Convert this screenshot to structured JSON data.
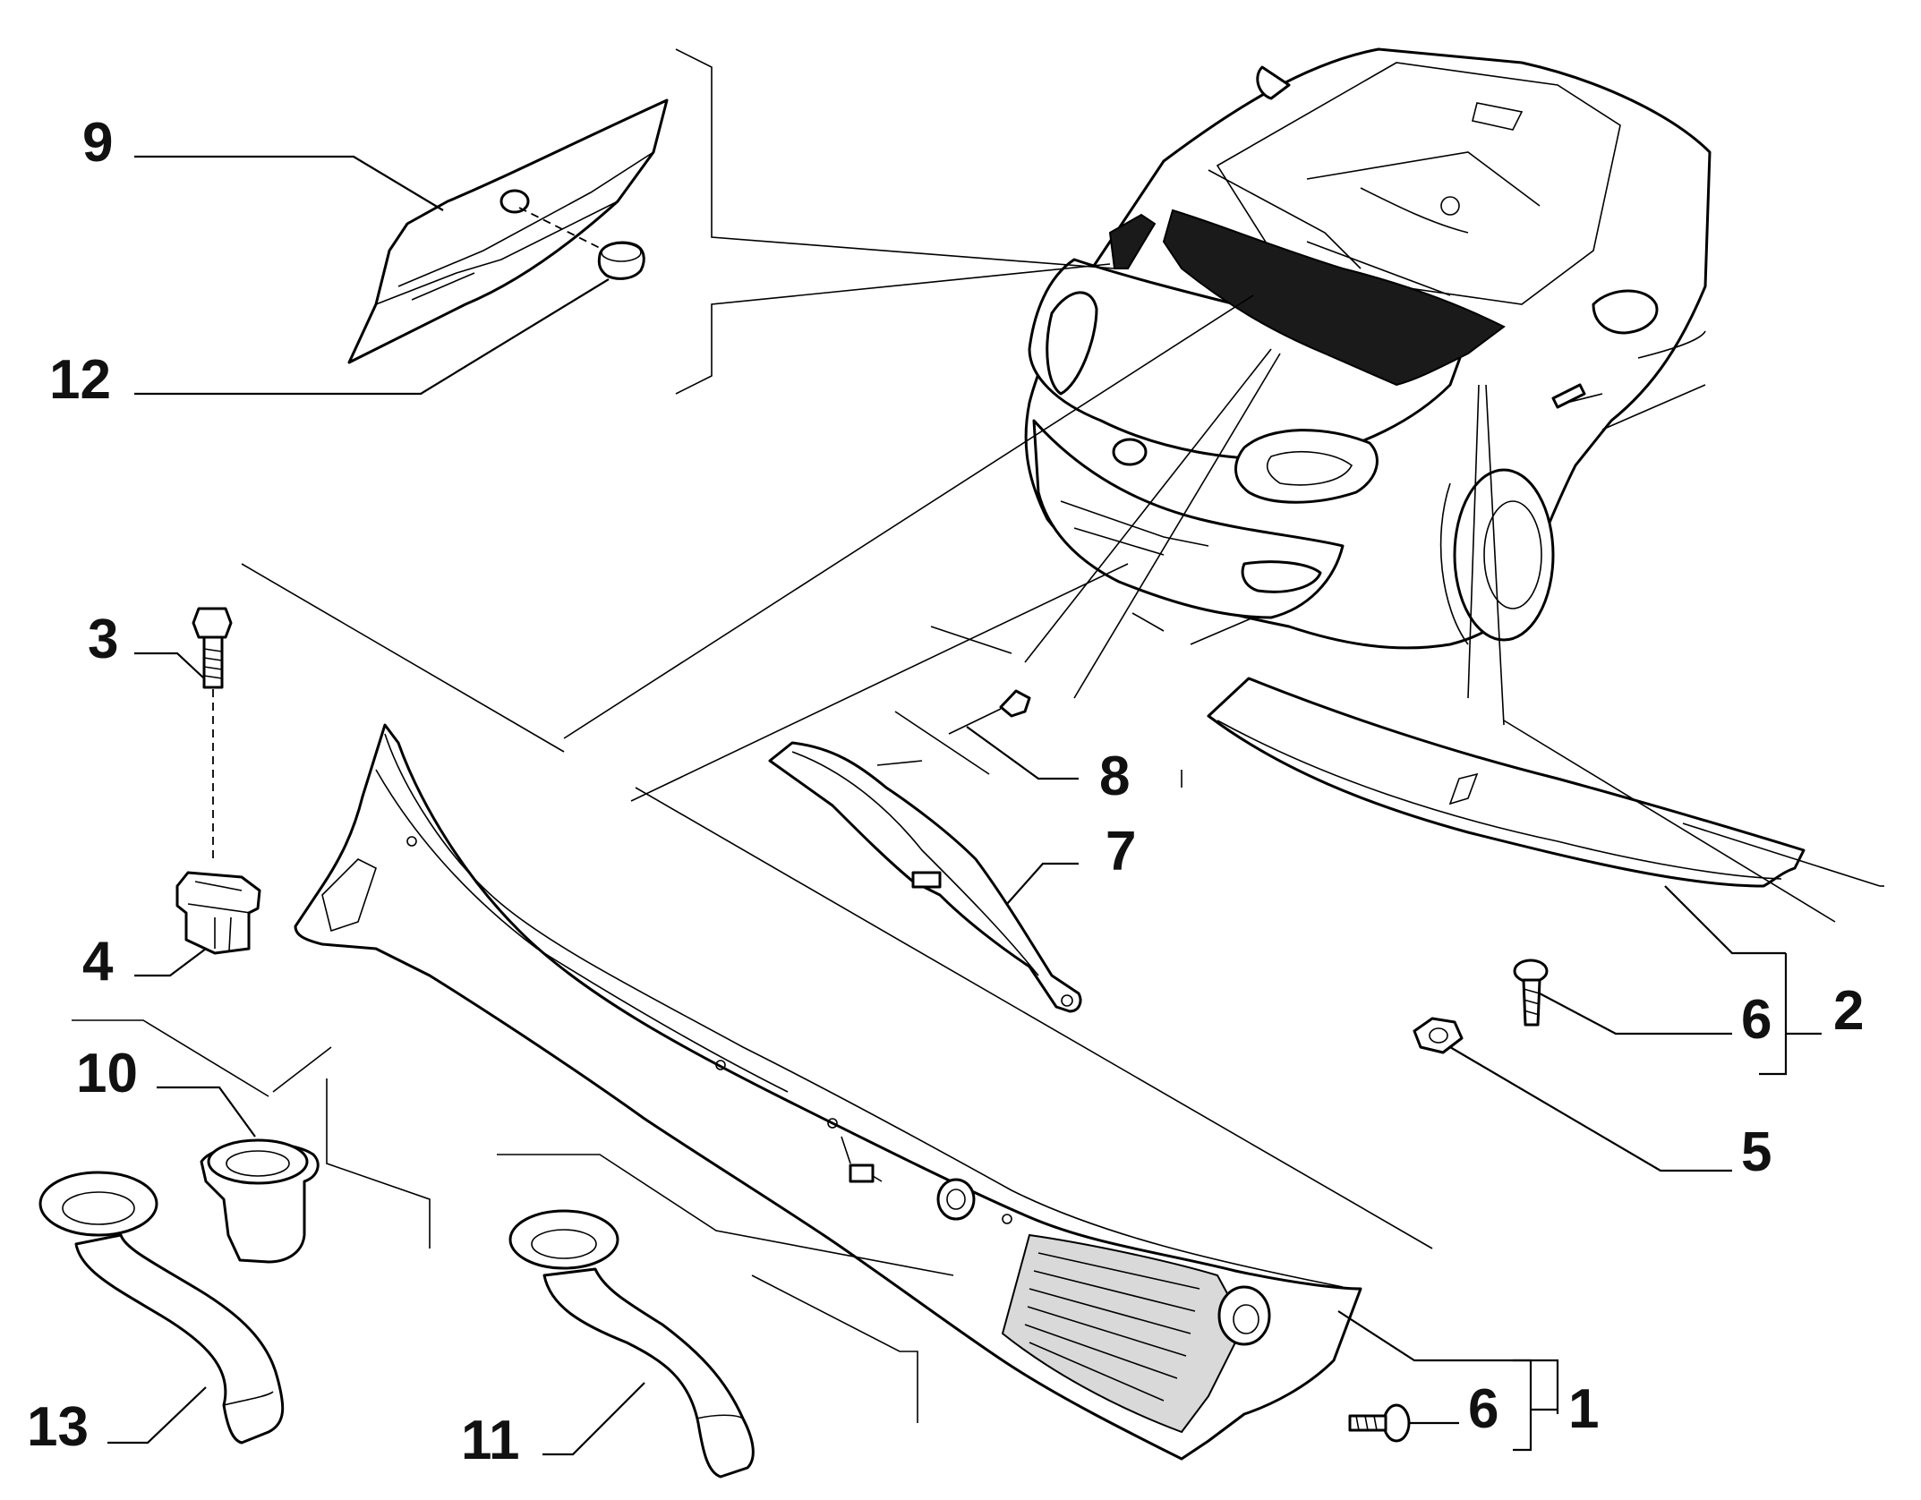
{
  "callouts": {
    "c1": "1",
    "c2": "2",
    "c3": "3",
    "c4": "4",
    "c5": "5",
    "c6a": "6",
    "c6b": "6",
    "c7": "7",
    "c8": "8",
    "c9": "9",
    "c10": "10",
    "c11": "11",
    "c12": "12",
    "c13": "13"
  },
  "colors": {
    "line": "#000000",
    "seal_fill": "#1a1a1a",
    "background": "#ffffff"
  }
}
